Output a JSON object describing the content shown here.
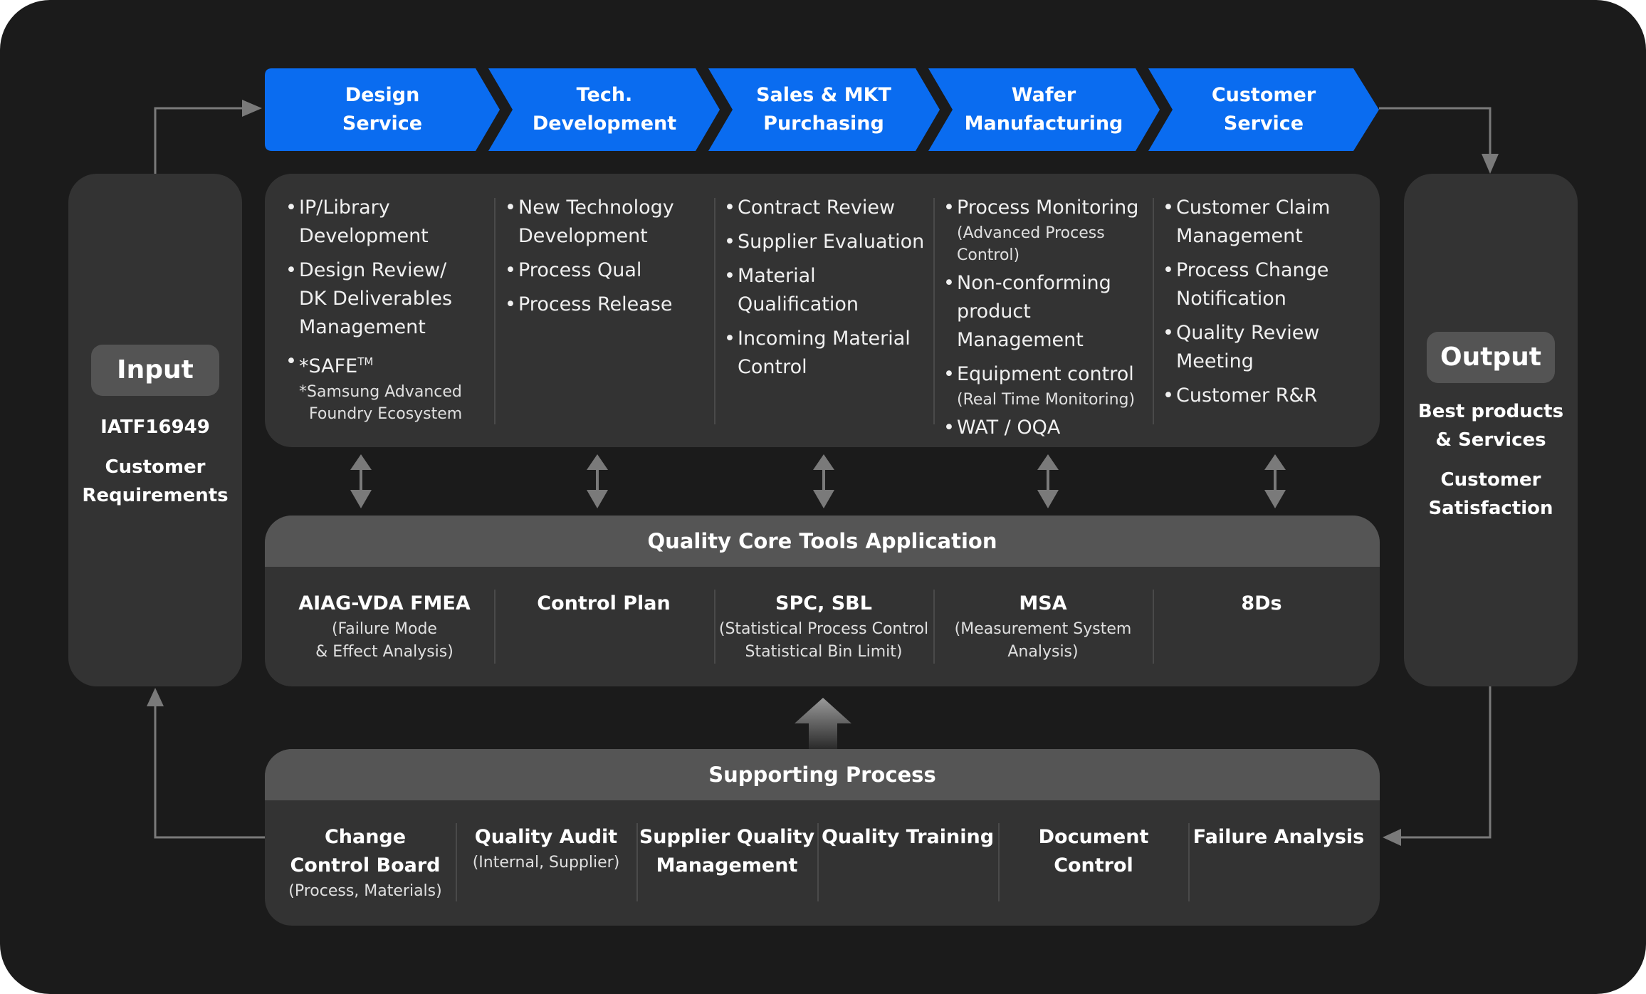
{
  "flow": [
    {
      "line1": "Design",
      "line2": "Service"
    },
    {
      "line1": "Tech.",
      "line2": "Development"
    },
    {
      "line1": "Sales & MKT",
      "line2": "Purchasing"
    },
    {
      "line1": "Wafer",
      "line2": "Manufacturing"
    },
    {
      "line1": "Customer",
      "line2": "Service"
    }
  ],
  "input": {
    "label": "Input",
    "standard": "IATF16949",
    "req_line1": "Customer",
    "req_line2": "Requirements"
  },
  "output": {
    "label": "Output",
    "line1": "Best products",
    "line2": "& Services",
    "line3": "Customer",
    "line4": "Satisfaction"
  },
  "activities": {
    "design": {
      "item1_line1": "IP/Library",
      "item1_line2": "Development",
      "item2_line1": "Design Review/",
      "item2_line2": "DK Deliverables",
      "item2_line3": "Management",
      "item3_main": "*SAFE",
      "item3_tm": "TM",
      "item3_note1": "*Samsung Advanced",
      "item3_note2": "Foundry Ecosystem"
    },
    "tech": {
      "item1_line1": "New Technology",
      "item1_line2": "Development",
      "item2": "Process Qual",
      "item3": "Process Release"
    },
    "sales": {
      "item1": "Contract Review",
      "item2": "Supplier Evaluation",
      "item3": "Material Qualification",
      "item4_line1": "Incoming Material",
      "item4_line2": "Control"
    },
    "wafer": {
      "item1": "Process Monitoring",
      "item1_sub1": "(Advanced Process",
      "item1_sub2": "Control)",
      "item2_line1": "Non-conforming",
      "item2_line2": "product Management",
      "item3": "Equipment control",
      "item3_sub": "(Real Time Monitoring)",
      "item4": "WAT / OQA"
    },
    "customer": {
      "item1_line1": "Customer Claim",
      "item1_line2": "Management",
      "item2_line1": "Process Change",
      "item2_line2": "Notification",
      "item3_line1": "Quality Review",
      "item3_line2": "Meeting",
      "item4": "Customer R&R"
    }
  },
  "core_tools": {
    "title": "Quality Core Tools Application",
    "items": [
      {
        "title": "AIAG-VDA FMEA",
        "sub1": "(Failure Mode",
        "sub2": "& Effect Analysis)"
      },
      {
        "title": "Control Plan",
        "sub1": "",
        "sub2": ""
      },
      {
        "title": "SPC, SBL",
        "sub1": "(Statistical Process Control",
        "sub2": "Statistical Bin Limit)"
      },
      {
        "title": "MSA",
        "sub1": "(Measurement System",
        "sub2": "Analysis)"
      },
      {
        "title": "8Ds",
        "sub1": "",
        "sub2": ""
      }
    ]
  },
  "supporting": {
    "title": "Supporting Process",
    "items": [
      {
        "line1": "Change",
        "line2": "Control Board",
        "sub": "(Process, Materials)"
      },
      {
        "line1": "Quality Audit",
        "line2": "",
        "sub": "(Internal, Supplier)"
      },
      {
        "line1": "Supplier Quality",
        "line2": "Management",
        "sub": ""
      },
      {
        "line1": "Quality Training",
        "line2": "",
        "sub": ""
      },
      {
        "line1": "Document Control",
        "line2": "",
        "sub": ""
      },
      {
        "line1": "Failure Analysis",
        "line2": "",
        "sub": ""
      }
    ]
  },
  "colors": {
    "background": "#1b1b1b",
    "panel": "#333333",
    "header": "#555555",
    "chevron": "#0a6cf0",
    "connector": "#7a7a7a"
  }
}
